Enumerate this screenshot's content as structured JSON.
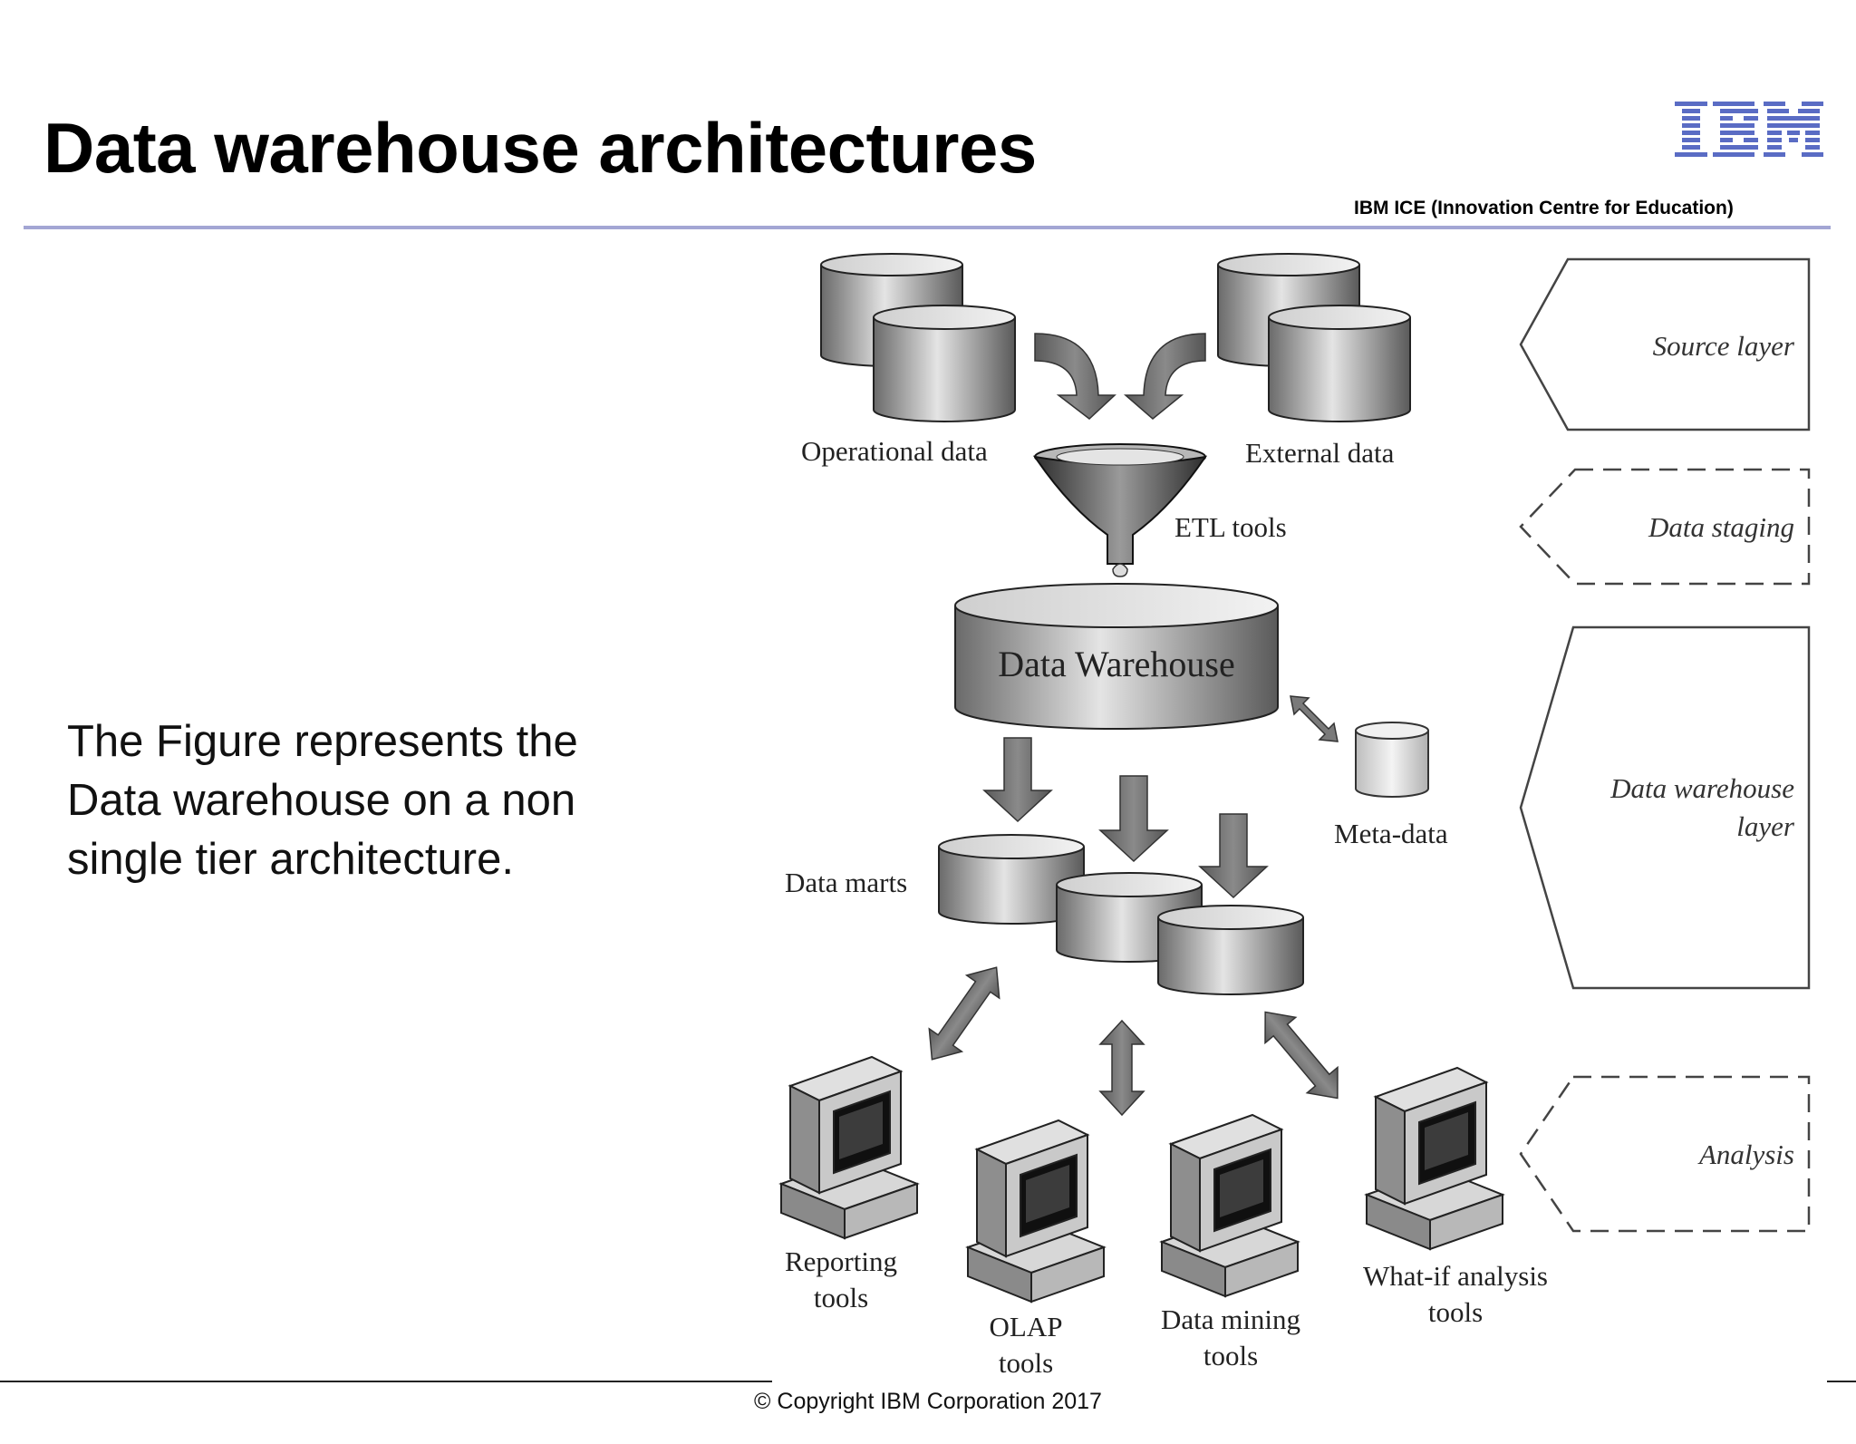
{
  "slide": {
    "title": "Data warehouse architectures",
    "org_name": "IBM ICE (Innovation Centre for Education)",
    "logo_alt": "IBM",
    "body_lines": [
      "The Figure represents the",
      "Data warehouse on a non",
      "single tier architecture."
    ],
    "copyright": "© Copyright IBM Corporation 2017"
  },
  "diagram": {
    "labels": {
      "operational_data": "Operational data",
      "external_data": "External data",
      "etl_tools": "ETL tools",
      "data_warehouse": "Data Warehouse",
      "meta_data": "Meta-data",
      "data_marts": "Data marts",
      "reporting": [
        "Reporting",
        "tools"
      ],
      "olap": [
        "OLAP",
        "tools"
      ],
      "data_mining": [
        "Data mining",
        "tools"
      ],
      "what_if": [
        "What-if analysis",
        "tools"
      ]
    },
    "layers": {
      "source": "Source layer",
      "staging": "Data staging",
      "warehouse": [
        "Data warehouse",
        "layer"
      ],
      "analysis": "Analysis"
    }
  },
  "colors": {
    "accent_rule": "#a3a6d4",
    "ibm_blue": "#5a6cc4"
  }
}
